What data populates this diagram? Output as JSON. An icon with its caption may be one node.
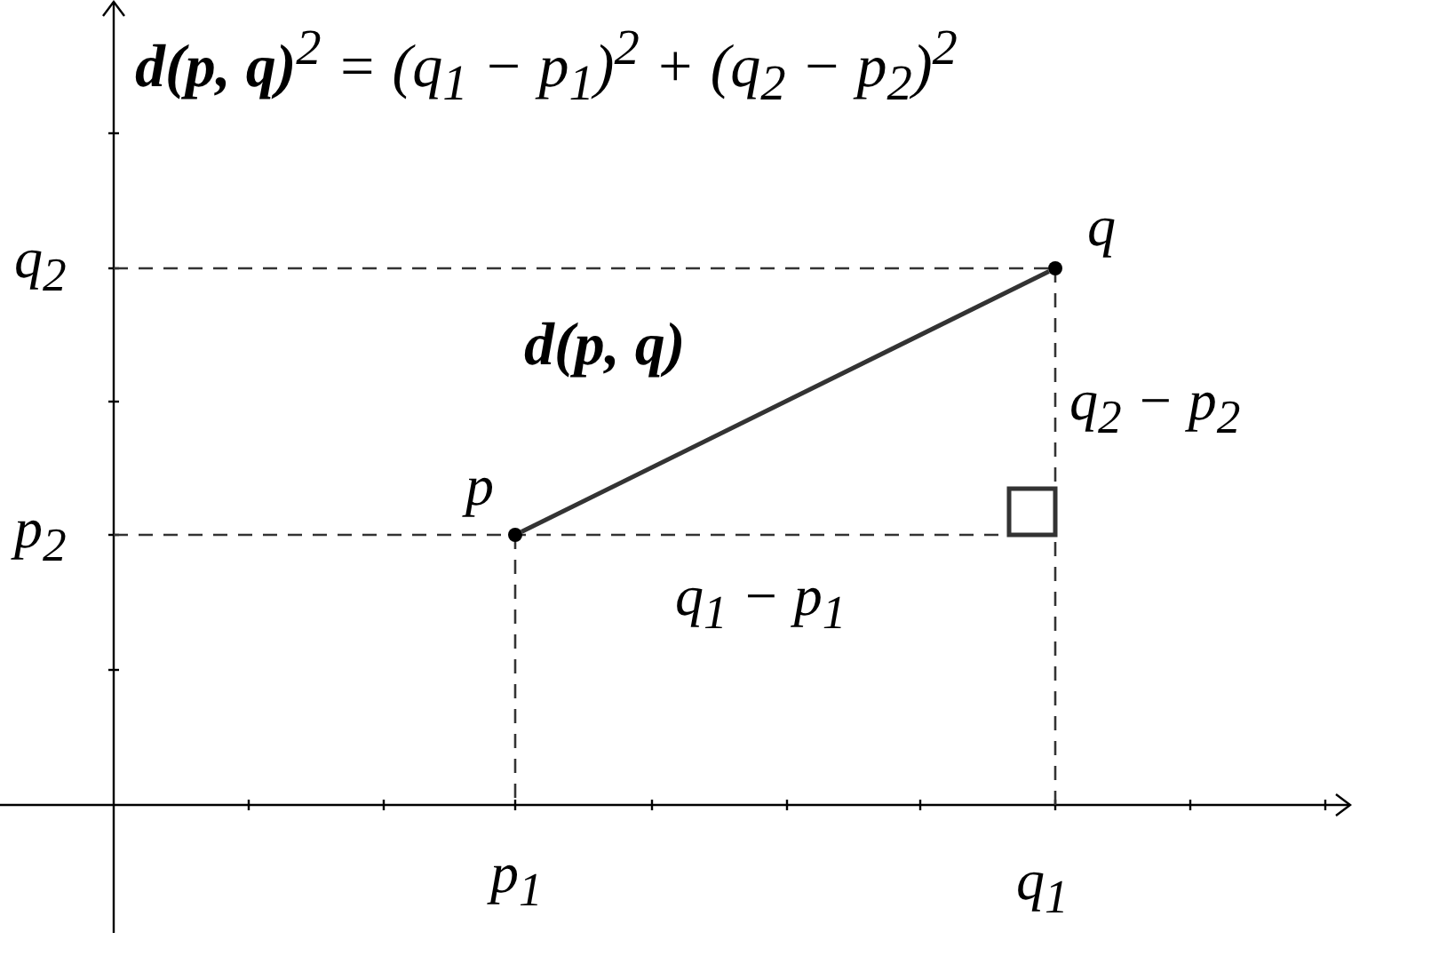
{
  "diagram": {
    "title": "**d(p, q)**$^{2}$ = (q$_{1}$ − p$_{1}$)$^{2}$ + (q$_{2}$ − p$_{2}$)$^{2}$",
    "nodes": [
      {
        "text": [],
        "shape": "circle",
        "beside": [
          "p"
        ]
      },
      {
        "text": [],
        "shape": "circle",
        "beside": [
          "q"
        ]
      }
    ],
    "edges": [
      {
        "from": 0,
        "to": 1,
        "arrow": "none",
        "label": "d(p, q)"
      }
    ],
    "labels": [
      "q$_{2}$",
      "p$_{2}$",
      "q$_{2}$ − p$_{2}$",
      "q$_{1}$ − p$_{1}$",
      "p$_{1}$",
      "q$_{1}$"
    ]
  }
}
